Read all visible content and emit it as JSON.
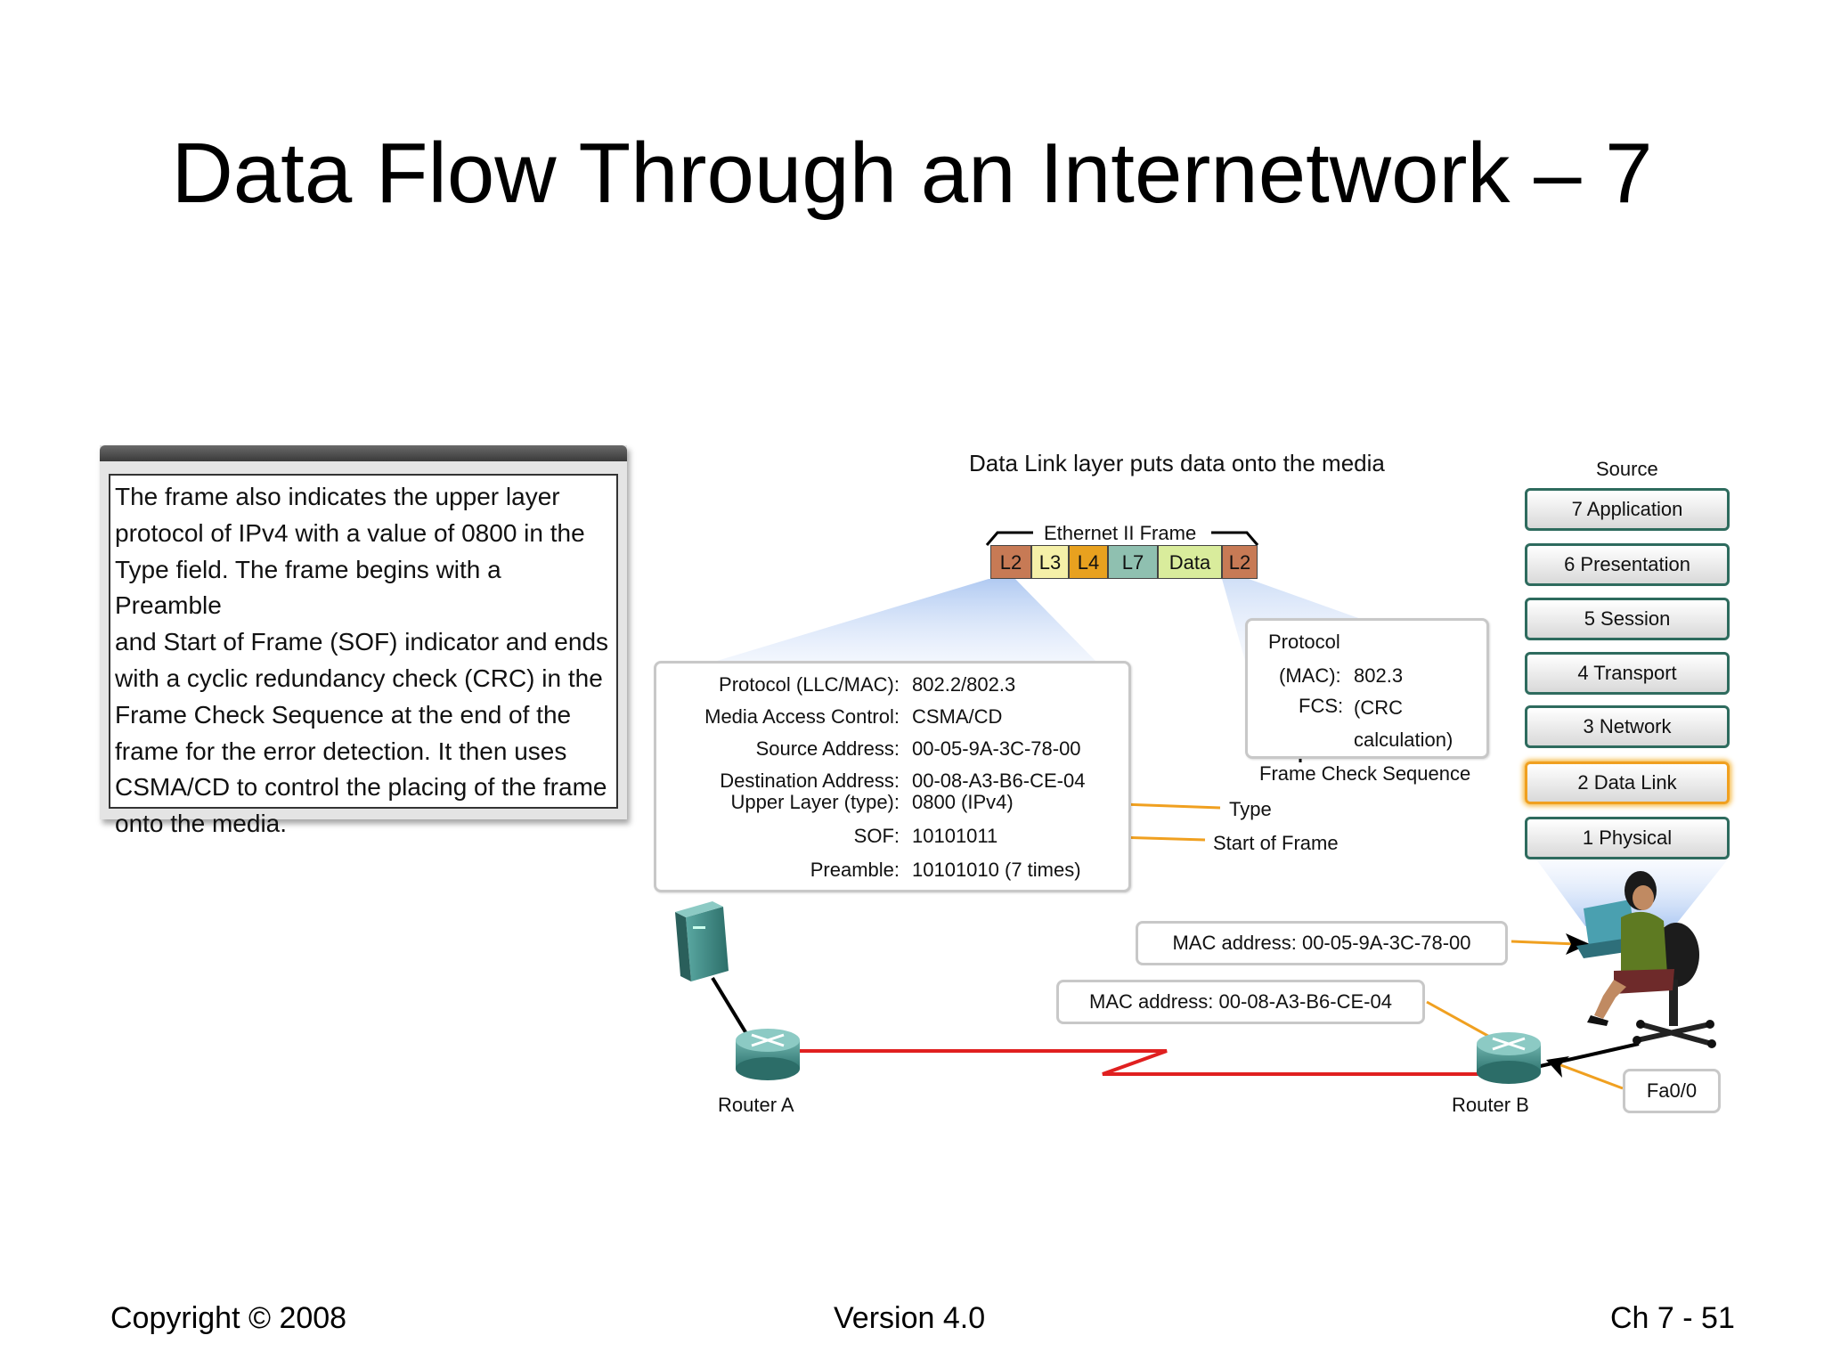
{
  "slide": {
    "title": "Data Flow Through an Internetwork – 7",
    "footer_left": "Copyright © 2008",
    "footer_center": "Version 4.0",
    "footer_right": "Ch 7 - 51"
  },
  "note": {
    "lines": [
      "The frame also indicates the upper layer",
      "protocol of IPv4 with a value of 0800 in the",
      "Type field. The frame begins with a Preamble",
      "and Start of Frame (SOF) indicator and ends",
      "with a cyclic redundancy check (CRC) in the",
      "Frame Check Sequence at the end of the",
      "frame for the error detection. It then uses",
      "CSMA/CD to control the placing of the frame",
      "onto the media."
    ]
  },
  "diagram": {
    "heading": "Data Link layer puts data onto the media",
    "frame_label": "Ethernet II Frame",
    "segments": [
      {
        "label": "L2",
        "color": "#c77a55"
      },
      {
        "label": "L3",
        "color": "#f5f0a8"
      },
      {
        "label": "L4",
        "color": "#e8a11f"
      },
      {
        "label": "L7",
        "color": "#8fc0b0"
      },
      {
        "label": "Data",
        "color": "#d9ec9c"
      },
      {
        "label": "L2",
        "color": "#c77a55"
      }
    ],
    "header_fields": [
      {
        "label": "Protocol (LLC/MAC):",
        "value": "802.2/802.3"
      },
      {
        "label": "Media Access Control:",
        "value": "CSMA/CD"
      },
      {
        "label": "Source Address:",
        "value": "00-05-9A-3C-78-00"
      },
      {
        "label": "Destination Address:",
        "value": "00-08-A3-B6-CE-04"
      },
      {
        "label": "Upper Layer (type):",
        "value": "0800 (IPv4)"
      },
      {
        "label": "SOF:",
        "value": "10101011"
      },
      {
        "label": "Preamble:",
        "value": "10101010 (7 times)"
      }
    ],
    "trailer": {
      "protocol_label": "Protocol",
      "mac_label": "(MAC):",
      "mac_value": "802.3",
      "fcs_label": "FCS:",
      "fcs_value_1": "(CRC",
      "fcs_value_2": "calculation)"
    },
    "callouts": {
      "fcs": "Frame Check Sequence",
      "type": "Type",
      "sof": "Start of Frame"
    },
    "source_label": "Source",
    "layers": [
      {
        "label": "7 Application",
        "active": false
      },
      {
        "label": "6 Presentation",
        "active": false
      },
      {
        "label": "5 Session",
        "active": false
      },
      {
        "label": "4 Transport",
        "active": false
      },
      {
        "label": "3 Network",
        "active": false
      },
      {
        "label": "2 Data Link",
        "active": true
      },
      {
        "label": "1 Physical",
        "active": false
      }
    ],
    "mac_source": "MAC address: 00-05-9A-3C-78-00",
    "mac_dest": "MAC address: 00-08-A3-B6-CE-04",
    "interface": "Fa0/0",
    "router_a": "Router A",
    "router_b": "Router B",
    "colors": {
      "arrow": "#f0a020",
      "wan_link": "#e02020",
      "router": "#3f8f8a",
      "layer_border": "#2e6b5e",
      "highlight": "#f0a020"
    }
  }
}
